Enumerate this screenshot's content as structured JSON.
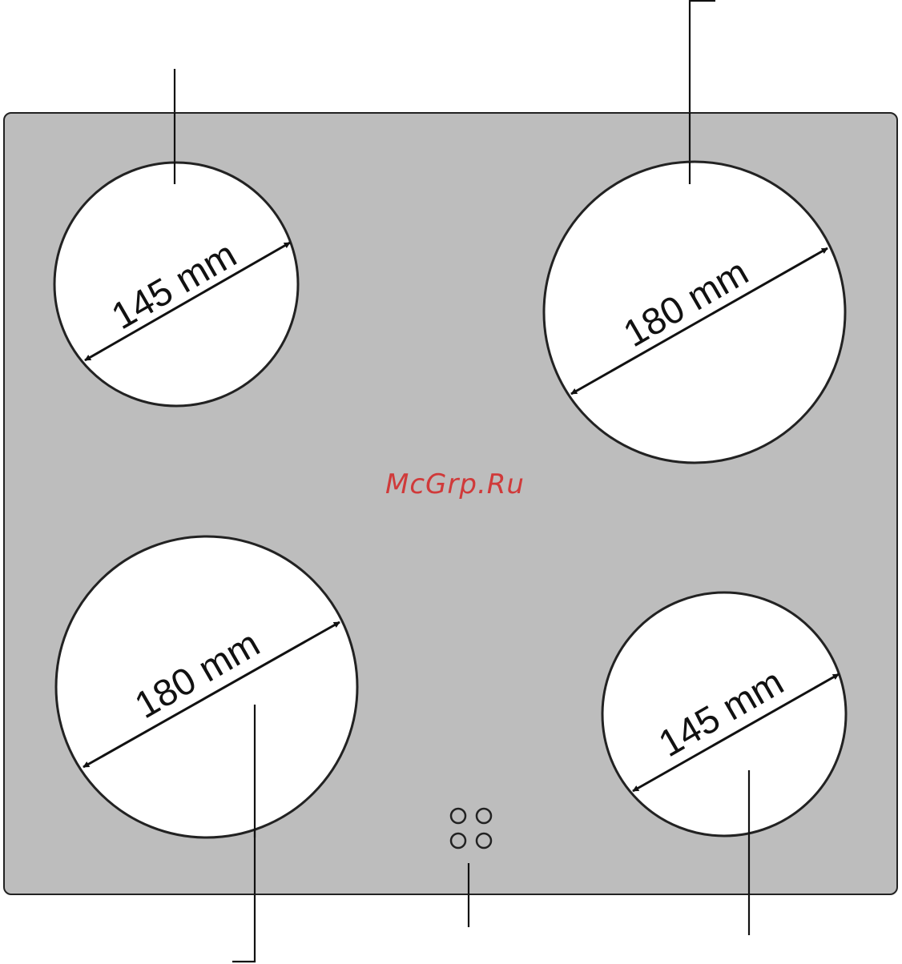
{
  "cooktop": {
    "watermark": "McGrp.Ru",
    "zones": [
      {
        "id": "rear-left",
        "diameter_label": "145 mm"
      },
      {
        "id": "rear-right",
        "diameter_label": "180 mm"
      },
      {
        "id": "front-left",
        "diameter_label": "180 mm"
      },
      {
        "id": "front-right",
        "diameter_label": "145 mm"
      }
    ],
    "control_panel": {
      "button_count": 4
    }
  }
}
